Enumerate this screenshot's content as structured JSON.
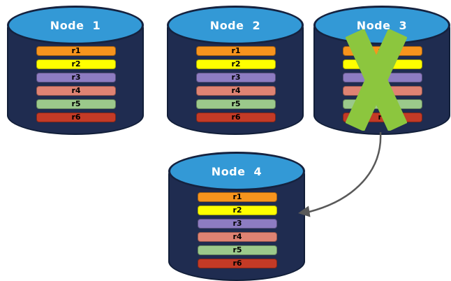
{
  "diagram": {
    "nodes": [
      {
        "label": "Node 1",
        "failed": false,
        "records": [
          {
            "label": "r1",
            "color": "#F7941D"
          },
          {
            "label": "r2",
            "color": "#FFFF00"
          },
          {
            "label": "r3",
            "color": "#8D7CC2"
          },
          {
            "label": "r4",
            "color": "#DF8373"
          },
          {
            "label": "r5",
            "color": "#9BC98B"
          },
          {
            "label": "r6",
            "color": "#C33A26"
          }
        ]
      },
      {
        "label": "Node 2",
        "failed": false,
        "records": [
          {
            "label": "r1",
            "color": "#F7941D"
          },
          {
            "label": "r2",
            "color": "#FFFF00"
          },
          {
            "label": "r3",
            "color": "#8D7CC2"
          },
          {
            "label": "r4",
            "color": "#DF8373"
          },
          {
            "label": "r5",
            "color": "#9BC98B"
          },
          {
            "label": "r6",
            "color": "#C33A26"
          }
        ]
      },
      {
        "label": "Node 3",
        "failed": true,
        "records": [
          {
            "label": "r1",
            "color": "#F7941D"
          },
          {
            "label": "r2",
            "color": "#FFFF00"
          },
          {
            "label": "r3",
            "color": "#8D7CC2"
          },
          {
            "label": "r4",
            "color": "#DF8373"
          },
          {
            "label": "r5",
            "color": "#9BC98B"
          },
          {
            "label": "r6",
            "color": "#C33A26"
          }
        ]
      },
      {
        "label": "Node 4",
        "failed": false,
        "records": [
          {
            "label": "r1",
            "color": "#F7941D"
          },
          {
            "label": "r2",
            "color": "#FFFF00"
          },
          {
            "label": "r3",
            "color": "#8D7CC2"
          },
          {
            "label": "r4",
            "color": "#DF8373"
          },
          {
            "label": "r5",
            "color": "#9BC98B"
          },
          {
            "label": "r6",
            "color": "#C33A26"
          }
        ]
      }
    ],
    "failure_mark": {
      "icon": "x-mark",
      "color": "#8CC63E"
    },
    "arrow": {
      "from": "node-3",
      "to": "node-4",
      "color": "#595959"
    },
    "colors": {
      "cylinder_body": "#1F2C50",
      "cylinder_top": "#3399D6",
      "cylinder_outline": "#15223F"
    }
  }
}
